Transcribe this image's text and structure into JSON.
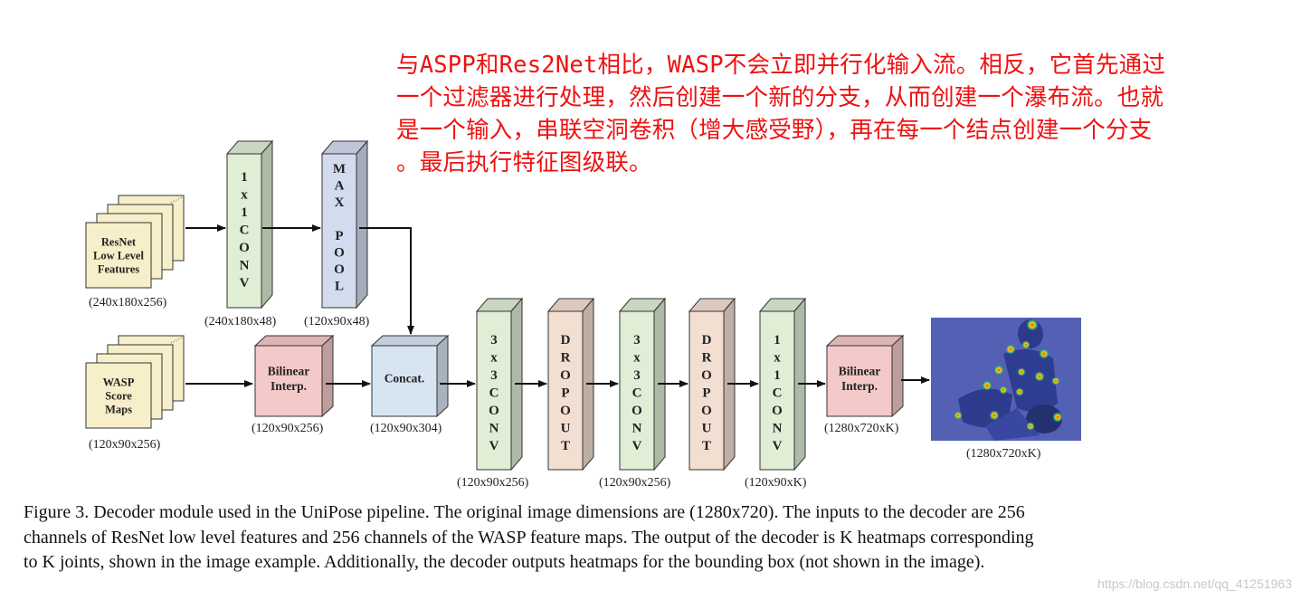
{
  "annotation": {
    "lines": [
      "与ASPP和Res2Net相比，WASP不会立即并行化输入流。相反，它首先通过",
      "一个过滤器进行处理，然后创建一个新的分支，从而创建一个瀑布流。也就",
      "是一个输入，串联空洞卷积（增大感受野），再在每一个结点创建一个分支",
      "。最后执行特征图级联。"
    ]
  },
  "inputs": {
    "resnet": {
      "lines": [
        "ResNet",
        "Low Level",
        "Features"
      ],
      "dims": "(240x180x256)"
    },
    "wasp": {
      "lines": [
        "WASP",
        "Score",
        "Maps"
      ],
      "dims": "(120x90x256)"
    }
  },
  "blocks": {
    "conv1": {
      "chars": [
        "1",
        "x",
        "1",
        "C",
        "O",
        "N",
        "V"
      ],
      "dims": "(240x180x48)"
    },
    "maxpool": {
      "chars": [
        "M",
        "A",
        "X",
        "",
        "P",
        "O",
        "O",
        "L"
      ],
      "dims": "(120x90x48)"
    },
    "bilinear1": {
      "lines": [
        "Bilinear",
        "Interp."
      ],
      "dims": "(120x90x256)"
    },
    "concat": {
      "lines": [
        "Concat."
      ],
      "dims": "(120x90x304)"
    },
    "conv3a": {
      "chars": [
        "3",
        "x",
        "3",
        "C",
        "O",
        "N",
        "V"
      ],
      "dims": "(120x90x256)"
    },
    "dropout1": {
      "chars": [
        "D",
        "R",
        "O",
        "P",
        "O",
        "U",
        "T"
      ]
    },
    "conv3b": {
      "chars": [
        "3",
        "x",
        "3",
        "C",
        "O",
        "N",
        "V"
      ],
      "dims": "(120x90x256)"
    },
    "dropout2": {
      "chars": [
        "D",
        "R",
        "O",
        "P",
        "O",
        "U",
        "T"
      ]
    },
    "conv1b": {
      "chars": [
        "1",
        "x",
        "1",
        "C",
        "O",
        "N",
        "V"
      ],
      "dims": "(120x90xK)"
    },
    "bilinear2": {
      "lines": [
        "Bilinear",
        "Interp."
      ],
      "dims": "(1280x720xK)"
    }
  },
  "output": {
    "dims": "(1280x720xK)"
  },
  "caption": {
    "lines": [
      "Figure 3. Decoder module used in the UniPose pipeline. The original image dimensions are (1280x720). The inputs to the decoder are 256",
      "channels of ResNet low level features and 256 channels of the WASP feature maps. The output of the decoder is K heatmaps corresponding",
      "to K joints, shown in the image example. Additionally, the decoder outputs heatmaps for the bounding box (not shown in the image)."
    ]
  },
  "watermark": "https://blog.csdn.net/qq_41251963",
  "colors": {
    "annotation": "#ee1111",
    "stack": "#f7efc9",
    "conv": "#dfeed5",
    "pool": "#d3dcef",
    "bilinear": "#f4c9c9",
    "concat": "#d7e5f3",
    "dropout": "#f3dfd1",
    "arrow": "#111111"
  }
}
